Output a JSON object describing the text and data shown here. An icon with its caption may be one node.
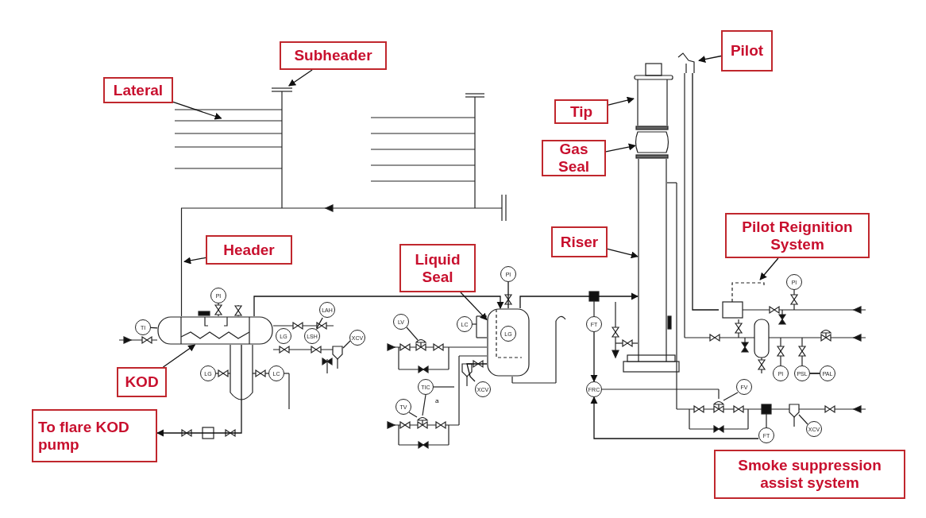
{
  "diagram": {
    "nodes": [
      {
        "text": [
          "Subheader"
        ]
      },
      {
        "text": [
          "Lateral"
        ]
      },
      {
        "text": [
          "Header"
        ]
      },
      {
        "text": [
          "KOD"
        ]
      },
      {
        "text": [
          "To flare KOD pump"
        ]
      },
      {
        "text": [
          "Liquid Seal"
        ]
      },
      {
        "text": [
          "Tip"
        ]
      },
      {
        "text": [
          "Gas Seal"
        ]
      },
      {
        "text": [
          "Riser"
        ]
      },
      {
        "text": [
          "Pilot"
        ]
      },
      {
        "text": [
          "Pilot Reignition System"
        ]
      },
      {
        "text": [
          "Smoke suppression assist system"
        ]
      },
      {
        "text": [],
        "shape": "picture"
      },
      {
        "text": [],
        "shape": "picture"
      },
      {
        "text": [],
        "shape": "picture"
      },
      {
        "text": [],
        "shape": "cylinder"
      },
      {
        "text": [],
        "shape": "cylinder"
      },
      {
        "text": [],
        "shape": "picture"
      },
      {
        "text": [],
        "shape": "picture"
      },
      {
        "text": [],
        "shape": "picture"
      },
      {
        "text": [],
        "shape": "picture"
      },
      {
        "text": [],
        "shape": "picture"
      },
      {
        "text": [
          "TI"
        ]
      },
      {
        "text": [
          "PI"
        ]
      },
      {
        "text": [
          "LG"
        ]
      },
      {
        "text": [
          "LSH"
        ]
      },
      {
        "text": [
          "LAH"
        ]
      },
      {
        "text": [
          "XCV"
        ]
      },
      {
        "text": [
          "LG"
        ]
      },
      {
        "text": [
          "LC"
        ]
      },
      {
        "text": [
          "PI"
        ]
      },
      {
        "text": [
          "LV"
        ]
      },
      {
        "text": [
          "LC"
        ]
      },
      {
        "text": [
          "LG"
        ],
        "in": 16
      },
      {
        "text": [
          "XCV"
        ]
      },
      {
        "text": [
          "TIC"
        ]
      },
      {
        "text": [
          "TV"
        ]
      },
      {
        "text": [
          "FT"
        ]
      },
      {
        "text": [
          "FRC"
        ]
      },
      {
        "text": [
          "FV"
        ]
      },
      {
        "text": [
          "FT"
        ]
      },
      {
        "text": [
          "XCV"
        ]
      },
      {
        "text": [
          "PI"
        ]
      },
      {
        "text": [
          "PI"
        ]
      },
      {
        "text": [
          "PSL"
        ]
      },
      {
        "text": [
          "PAL"
        ]
      }
    ],
    "edges": [
      {
        "from": 0,
        "to": 12,
        "arrow": "to"
      },
      {
        "from": 1,
        "to": 13,
        "arrow": "to"
      },
      {
        "from": 2,
        "to": 14,
        "arrow": "to"
      },
      {
        "from": 3,
        "to": 15,
        "arrow": "to"
      },
      {
        "from": 15,
        "to": 16,
        "arrow": "to"
      },
      {
        "from": 16,
        "to": 19,
        "arrow": "to"
      },
      {
        "from": 15,
        "to": 4,
        "arrow": "to"
      },
      {
        "from": 5,
        "to": 16,
        "arrow": "to"
      },
      {
        "from": 6,
        "to": 17,
        "arrow": "to"
      },
      {
        "from": 7,
        "to": 18,
        "arrow": "to"
      },
      {
        "from": 8,
        "to": 19,
        "arrow": "to"
      },
      {
        "from": 9,
        "to": 20,
        "arrow": "to"
      },
      {
        "from": 10,
        "to": 21,
        "arrow": "to"
      },
      {
        "from": 22,
        "to": 15,
        "arrow": "none"
      },
      {
        "from": 25,
        "to": 26,
        "arrow": "none"
      },
      {
        "from": 44,
        "to": 45,
        "arrow": "none"
      },
      {
        "from": 37,
        "to": 38,
        "arrow": "to"
      },
      {
        "from": 40,
        "to": 38,
        "arrow": "to"
      },
      {
        "from": 34,
        "to": 16,
        "arrow": "none"
      },
      {
        "from": 30,
        "to": 16,
        "arrow": "none"
      },
      {
        "from": 20,
        "to": 21,
        "arrow": "none"
      }
    ],
    "labels": [
      "a"
    ]
  }
}
